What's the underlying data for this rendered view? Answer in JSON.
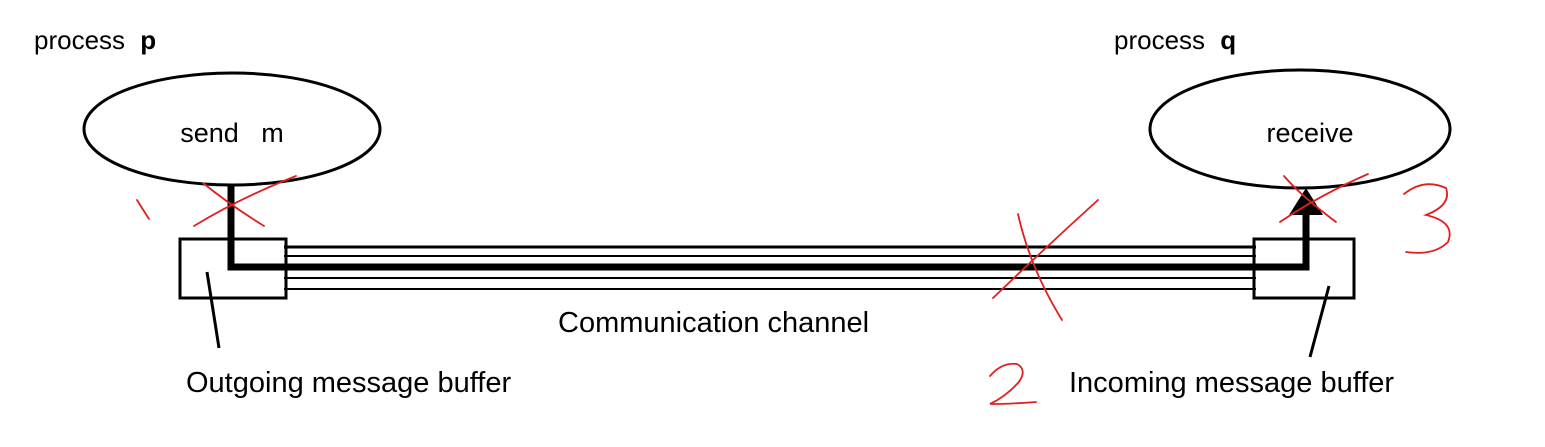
{
  "process_p": {
    "prefix": "process",
    "name": "p",
    "action": "send   m"
  },
  "process_q": {
    "prefix": "process",
    "name": "q",
    "action": "receive"
  },
  "channel_label": "Communication channel",
  "outgoing_buffer_label": "Outgoing message buffer",
  "incoming_buffer_label": "Incoming message buffer",
  "annotations": {
    "marks": [
      "1",
      "2",
      "3"
    ],
    "color": "#e0201e"
  },
  "colors": {
    "line": "#000000",
    "background": "#ffffff"
  }
}
